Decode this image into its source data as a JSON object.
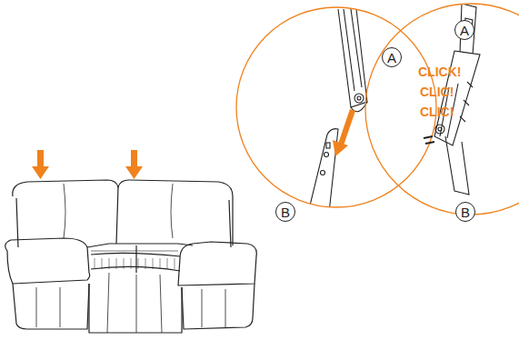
{
  "diagram": {
    "nodes": [
      {
        "text": [
          "A"
        ]
      },
      {
        "text": [
          "B"
        ]
      },
      {
        "text": [
          "A"
        ]
      },
      {
        "text": [
          "B"
        ]
      }
    ],
    "labels": [
      "CLICK!",
      "CLIC!",
      "CLIC!"
    ]
  }
}
